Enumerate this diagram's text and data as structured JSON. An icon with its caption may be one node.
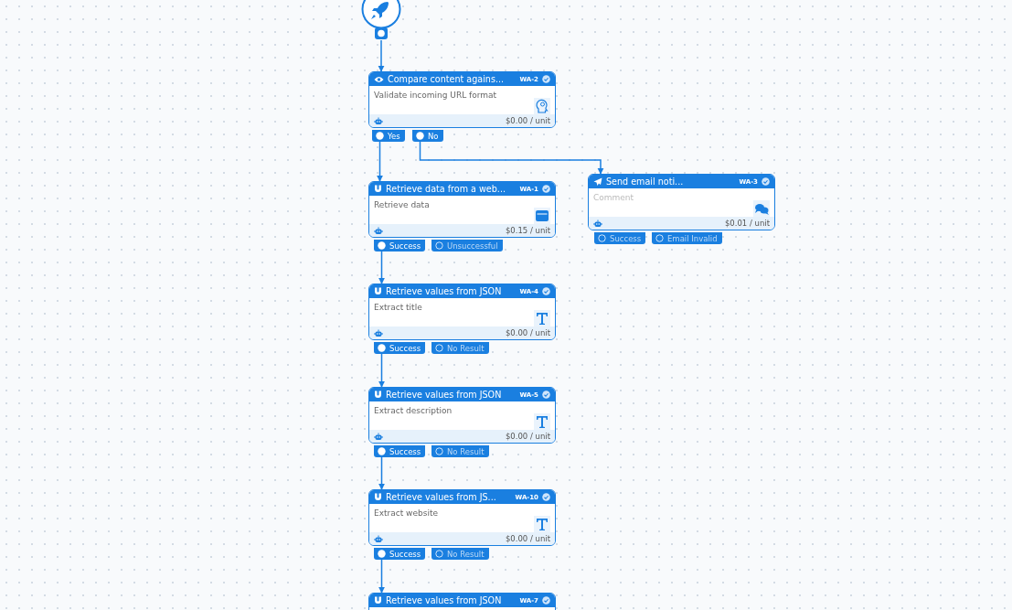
{
  "diagram": {
    "nodes": [
      {
        "text": [],
        "shape": "circle"
      },
      {
        "text": [
          "Compare content agains...",
          "WA-2",
          "Validate incoming URL format",
          "$0.00 / unit"
        ]
      },
      {
        "text": [
          "Yes"
        ]
      },
      {
        "text": [
          "No"
        ]
      },
      {
        "text": [
          "Retrieve data from a web...",
          "WA-1",
          "Retrieve data",
          "$0.15 / unit"
        ]
      },
      {
        "text": [
          "Success"
        ]
      },
      {
        "text": [
          "Unsuccessful"
        ]
      },
      {
        "text": [
          "Send email noti...",
          "WA-3",
          "Comment",
          "$0.01 / unit"
        ]
      },
      {
        "text": [
          "Success"
        ]
      },
      {
        "text": [
          "Email Invalid"
        ]
      },
      {
        "text": [
          "Retrieve values from JSON",
          "WA-4",
          "Extract title",
          "$0.00 / unit"
        ]
      },
      {
        "text": [
          "Success"
        ]
      },
      {
        "text": [
          "No Result"
        ]
      },
      {
        "text": [
          "Retrieve values from JSON",
          "WA-5",
          "Extract description",
          "$0.00 / unit"
        ]
      },
      {
        "text": [
          "Success"
        ]
      },
      {
        "text": [
          "No Result"
        ]
      },
      {
        "text": [
          "Retrieve values from JS...",
          "WA-10",
          "Extract website",
          "$0.00 / unit"
        ]
      },
      {
        "text": [
          "Success"
        ]
      },
      {
        "text": [
          "No Result"
        ]
      },
      {
        "text": [
          "Retrieve values from JSON",
          "WA-7"
        ]
      }
    ],
    "edges": [
      {
        "from": 0,
        "to": 1,
        "arrow": "to"
      },
      {
        "from": 2,
        "to": 4,
        "arrow": "to"
      },
      {
        "from": 3,
        "to": 7,
        "arrow": "to"
      },
      {
        "from": 5,
        "to": 10,
        "arrow": "to"
      },
      {
        "from": 11,
        "to": 13,
        "arrow": "to"
      },
      {
        "from": 14,
        "to": 16,
        "arrow": "to"
      },
      {
        "from": 17,
        "to": 19,
        "arrow": "to"
      }
    ]
  }
}
